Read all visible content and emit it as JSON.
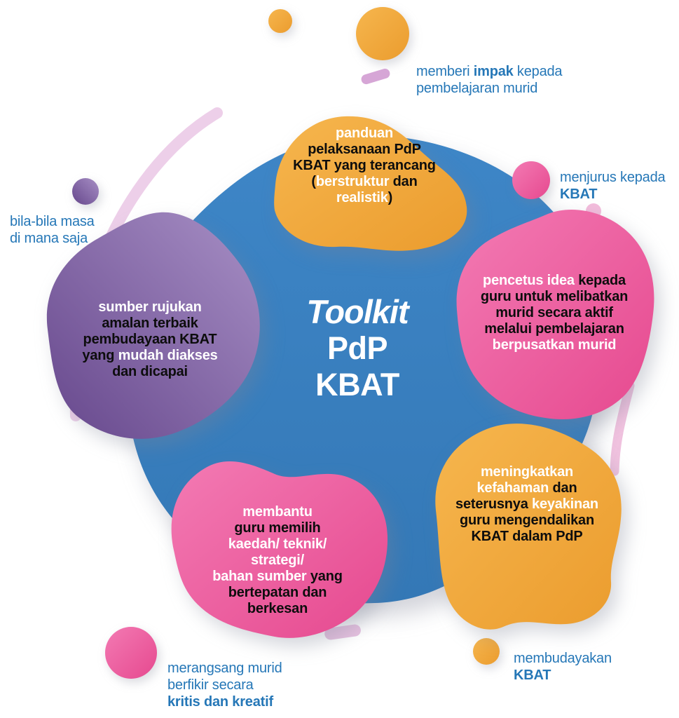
{
  "title": {
    "line1": "Toolkit",
    "line2": "PdP",
    "line3": "KBAT"
  },
  "colors": {
    "blue_circle": "#3a81c2",
    "orange": "#f0a73e",
    "pink": "#ec559c",
    "purple": "#8a6cab",
    "label_blue": "#2577b7",
    "text_black": "#0d0d0d",
    "text_white": "#ffffff",
    "arc_lavender": "#edcfe9"
  },
  "blobs": {
    "top": {
      "color": "orange",
      "lines": [
        [
          {
            "t": "panduan",
            "s": "w"
          }
        ],
        [
          {
            "t": "pelaksanaan PdP",
            "s": "b"
          }
        ],
        [
          {
            "t": "KBAT yang terancang",
            "s": "b"
          }
        ],
        [
          {
            "t": "(",
            "s": "b"
          },
          {
            "t": "berstruktur",
            "s": "w"
          },
          {
            "t": " dan",
            "s": "b"
          }
        ],
        [
          {
            "t": "realistik",
            "s": "w"
          },
          {
            "t": ")",
            "s": "b"
          }
        ]
      ]
    },
    "right": {
      "color": "pink",
      "lines": [
        [
          {
            "t": "pencetus idea",
            "s": "w"
          },
          {
            "t": " kepada",
            "s": "b"
          }
        ],
        [
          {
            "t": "guru untuk melibatkan",
            "s": "b"
          }
        ],
        [
          {
            "t": "murid secara aktif",
            "s": "b"
          }
        ],
        [
          {
            "t": "melalui pembelajaran",
            "s": "b"
          }
        ],
        [
          {
            "t": "berpusatkan murid",
            "s": "w"
          }
        ]
      ]
    },
    "bottom_right": {
      "color": "orange",
      "lines": [
        [
          {
            "t": "meningkatkan",
            "s": "w"
          }
        ],
        [
          {
            "t": "kefahaman",
            "s": "w"
          },
          {
            "t": " dan",
            "s": "b"
          }
        ],
        [
          {
            "t": "seterusnya ",
            "s": "b"
          },
          {
            "t": "keyakinan",
            "s": "w"
          }
        ],
        [
          {
            "t": "guru mengendalikan",
            "s": "b"
          }
        ],
        [
          {
            "t": "KBAT dalam PdP",
            "s": "b"
          }
        ]
      ]
    },
    "bottom": {
      "color": "pink",
      "lines": [
        [
          {
            "t": "membantu",
            "s": "w"
          }
        ],
        [
          {
            "t": "guru memilih",
            "s": "b"
          }
        ],
        [
          {
            "t": "kaedah/ teknik/",
            "s": "w"
          }
        ],
        [
          {
            "t": "strategi/",
            "s": "w"
          }
        ],
        [
          {
            "t": "bahan sumber",
            "s": "w"
          },
          {
            "t": " yang",
            "s": "b"
          }
        ],
        [
          {
            "t": "bertepatan dan",
            "s": "b"
          }
        ],
        [
          {
            "t": "berkesan",
            "s": "b"
          }
        ]
      ]
    },
    "left": {
      "color": "purple",
      "lines": [
        [
          {
            "t": "sumber rujukan",
            "s": "w"
          }
        ],
        [
          {
            "t": "amalan terbaik",
            "s": "b"
          }
        ],
        [
          {
            "t": "pembudayaan KBAT",
            "s": "b"
          }
        ],
        [
          {
            "t": "yang ",
            "s": "b"
          },
          {
            "t": "mudah diakses",
            "s": "w"
          }
        ],
        [
          {
            "t": "dan dicapai",
            "s": "b"
          }
        ]
      ]
    }
  },
  "labels": {
    "top": {
      "lines": [
        [
          {
            "t": "memberi ",
            "s": "r"
          },
          {
            "t": "impak",
            "s": "bold"
          },
          {
            "t": " kepada",
            "s": "r"
          }
        ],
        [
          {
            "t": "pembelajaran murid",
            "s": "r"
          }
        ]
      ]
    },
    "right": {
      "lines": [
        [
          {
            "t": "menjurus kepada",
            "s": "r"
          }
        ],
        [
          {
            "t": "KBAT",
            "s": "bold"
          }
        ]
      ]
    },
    "left": {
      "lines": [
        [
          {
            "t": "bila-bila masa",
            "s": "r"
          }
        ],
        [
          {
            "t": "di mana saja",
            "s": "r"
          }
        ]
      ]
    },
    "bottom_left": {
      "lines": [
        [
          {
            "t": "merangsang murid",
            "s": "r"
          }
        ],
        [
          {
            "t": "berfikir secara",
            "s": "r"
          }
        ],
        [
          {
            "t": "kritis dan kreatif",
            "s": "bold"
          }
        ]
      ]
    },
    "bottom_right": {
      "lines": [
        [
          {
            "t": "membudayakan",
            "s": "r"
          }
        ],
        [
          {
            "t": "KBAT",
            "s": "bold"
          }
        ]
      ]
    }
  }
}
